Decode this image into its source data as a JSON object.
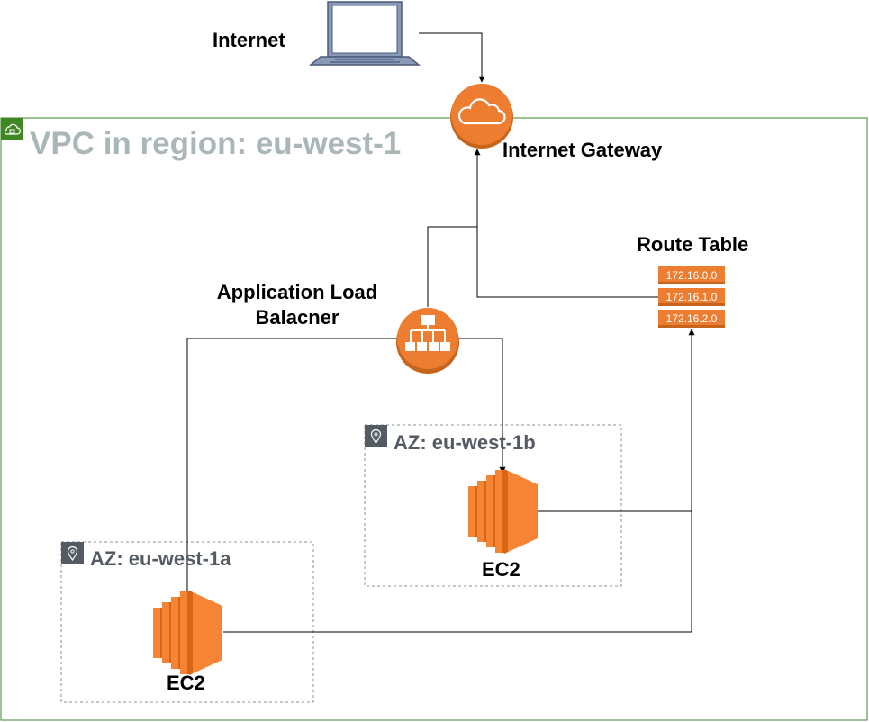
{
  "labels": {
    "internet": "Internet",
    "internet_gateway": "Internet Gateway",
    "vpc_title": "VPC in region: eu-west-1",
    "route_table": "Route Table",
    "alb": "Application Load Balacner",
    "az_a": "AZ: eu-west-1a",
    "az_b": "AZ: eu-west-1b",
    "ec2_a": "EC2",
    "ec2_b": "EC2"
  },
  "route_table": {
    "routes": [
      "172.16.0.0",
      "172.16.1.0",
      "172.16.2.0"
    ]
  },
  "colors": {
    "aws_orange": "#ED7D31",
    "aws_orange_dark": "#C7641C",
    "ec2_orange": "#F58534",
    "ec2_orange_dark": "#D86613",
    "vpc_border": "#3F8624",
    "vpc_title": "#AAB7B8",
    "az_border": "#879196",
    "az_text": "#545B64",
    "laptop": "#8A99B7",
    "laptop_dark": "#4A5A7A",
    "connector": "#000000"
  },
  "icons": {
    "internet": "laptop-icon",
    "internet_gateway": "cloud-gateway-icon",
    "alb": "load-balancer-icon",
    "route_table": "route-table-icon",
    "ec2": "ec2-instance-icon",
    "vpc": "vpc-cloud-lock-icon",
    "az": "location-pin-icon"
  }
}
